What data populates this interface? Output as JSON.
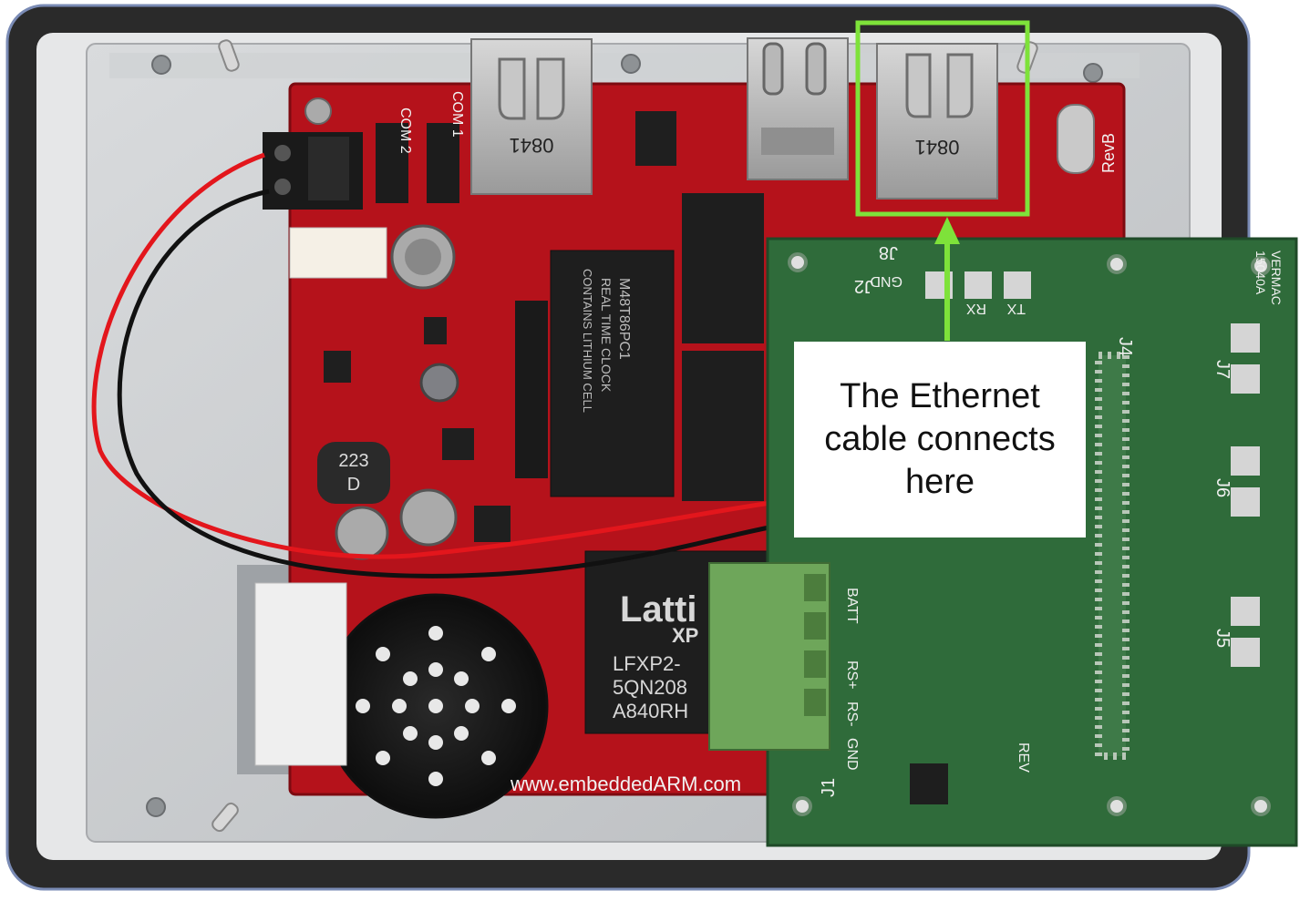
{
  "callout": {
    "lines": [
      "The Ethernet",
      "cable connects",
      "here"
    ]
  },
  "board_labels": {
    "connector_code_1": "0841",
    "connector_code_2": "0841",
    "rev": "RevB",
    "com2": "COM 2",
    "com1": "COM 1",
    "rtc_chip": [
      "M48T86PC1",
      "REAL TIME CLOCK",
      "CONTAINS LITHIUM CELL"
    ],
    "fpga_brand": "Latti",
    "fpga_brand2": "XP",
    "fpga_lines": [
      "LFXP2-",
      "5QN208",
      "A840RH"
    ],
    "inductor": [
      "223",
      "D"
    ],
    "url": "www.embeddedARM.com",
    "j8": "J8",
    "j2": "J2",
    "j4": "J4",
    "j1": "J1",
    "j5": "J5",
    "j6": "J6",
    "j7": "J7",
    "gnd": "GND",
    "rx": "RX",
    "tx": "TX",
    "vermac": "VERMAC",
    "vermac_code": "15040A",
    "rs_plus": "RS+",
    "rs_minus": "RS-",
    "gnd2": "GND",
    "batt": "BATT",
    "rev2": "REV"
  },
  "colors": {
    "highlight": "#7ee23a",
    "arrow": "#7ee23a",
    "red_board": "#b5121b",
    "green_board": "#2f6b3a",
    "chassis": "#c9cbcd",
    "bezel": "#2a2a2a"
  }
}
